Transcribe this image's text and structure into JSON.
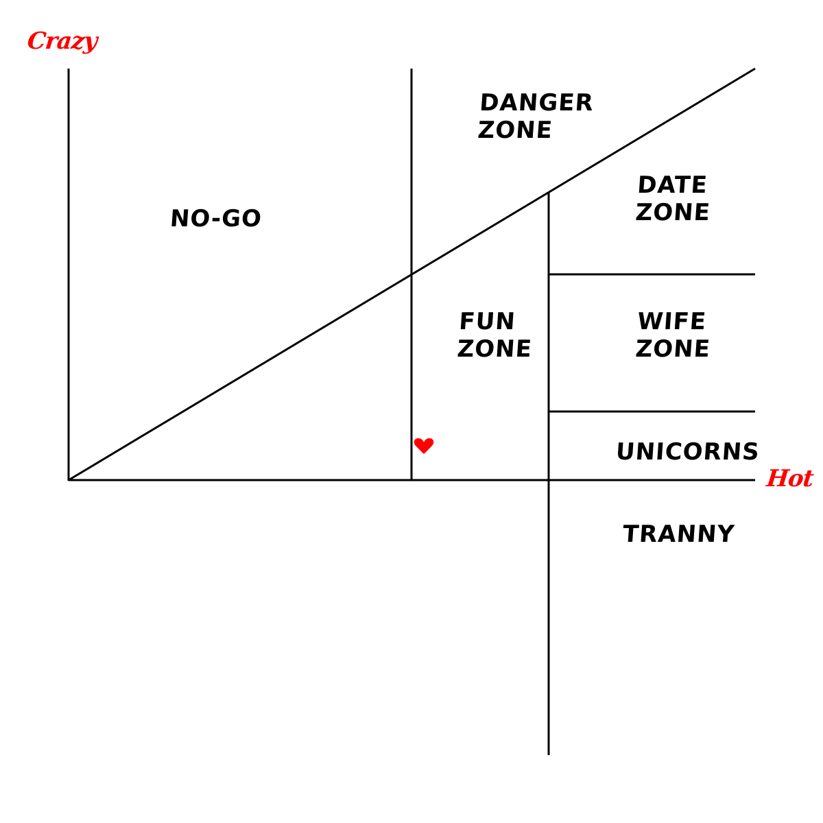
{
  "axes": {
    "y_label": "Crazy",
    "x_label": "Hot",
    "label_color": "#ff0000"
  },
  "zones": {
    "no_go": {
      "line1": "NO-GO"
    },
    "danger": {
      "line1": "DANGER",
      "line2": "ZONE"
    },
    "date": {
      "line1": "DATE",
      "line2": "ZONE"
    },
    "fun": {
      "line1": "FUN",
      "line2": "ZONE"
    },
    "wife": {
      "line1": "WIFE",
      "line2": "ZONE"
    },
    "unicorns": {
      "line1": "UNICORNS"
    },
    "tranny": {
      "line1": "TRANNY"
    }
  },
  "marker": {
    "icon": "heart-icon",
    "color": "#ff0000"
  }
}
